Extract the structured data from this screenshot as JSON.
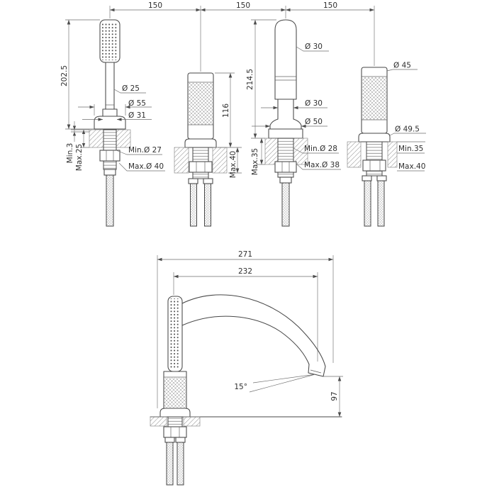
{
  "colors": {
    "line": "#474747",
    "dim": "#6f6f6f",
    "text": "#2e2e2e",
    "background": "#ffffff"
  },
  "top_view": {
    "spacing": {
      "s1": "150",
      "s2": "150",
      "s3": "150"
    },
    "handshower": {
      "height": "202.5",
      "handle_diameter": "Ø 25",
      "escutcheon_diameter": "Ø 55",
      "neck_diameter": "Ø 31",
      "deck_min": "Min.3",
      "deck_max": "Max.25",
      "hole_min": "Min.Ø 27",
      "hole_max": "Max.Ø 40"
    },
    "left_handle": {
      "height": "116",
      "deck_max": "Max.40"
    },
    "spout": {
      "top_diameter": "Ø 30",
      "height": "214.5",
      "neck_diameter": "Ø 30",
      "base_diameter": "Ø 50",
      "deck_max": "Max.35",
      "hole_min": "Min.Ø 28",
      "hole_max": "Max.Ø 38"
    },
    "right_handle": {
      "top_diameter": "Ø 45",
      "base_diameter": "Ø 49.5",
      "deck_min": "Min.35",
      "deck_max": "Max.40"
    }
  },
  "side_view": {
    "overall_depth": "271",
    "spout_reach": "232",
    "outlet_angle": "15°",
    "outlet_height": "97"
  }
}
